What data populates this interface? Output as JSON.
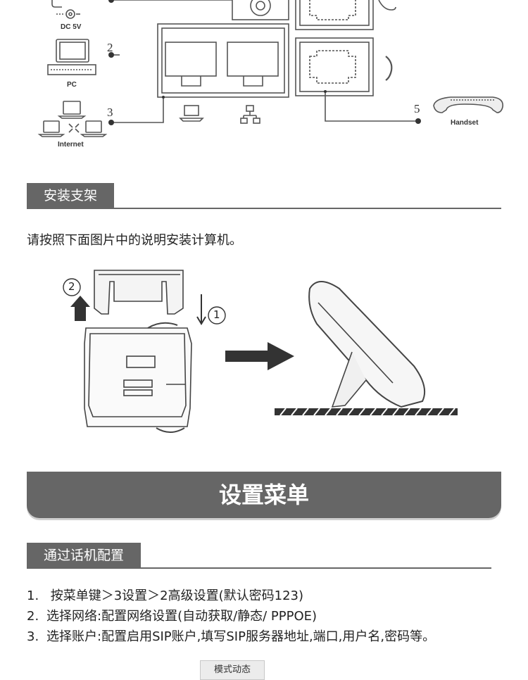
{
  "diagram": {
    "dc_label": "DC 5V",
    "pc_label": "PC",
    "internet_label": "Internet",
    "handset_label": "Handset",
    "num_2": "2",
    "num_3": "3",
    "num_5": "5",
    "step_1": "1",
    "step_2": "2"
  },
  "stand_section": {
    "tab": "安装支架",
    "intro": "请按照下面图片中的说明安装计算机。"
  },
  "banner": {
    "title": "设置菜单"
  },
  "phone_config": {
    "tab": "通过话机配置",
    "steps": [
      {
        "n": "1.",
        "text": " 按菜单键＞3设置＞2高级设置(默认密码123)"
      },
      {
        "n": "2.",
        "text": "选择网络:配置网络设置(自动获取/静态/ PPPOE)"
      },
      {
        "n": "3.",
        "text": "选择账户:配置启用SIP账户,填写SIP服务器地址,端口,用户名,密码等。"
      }
    ]
  },
  "mode_button": "模式动态"
}
